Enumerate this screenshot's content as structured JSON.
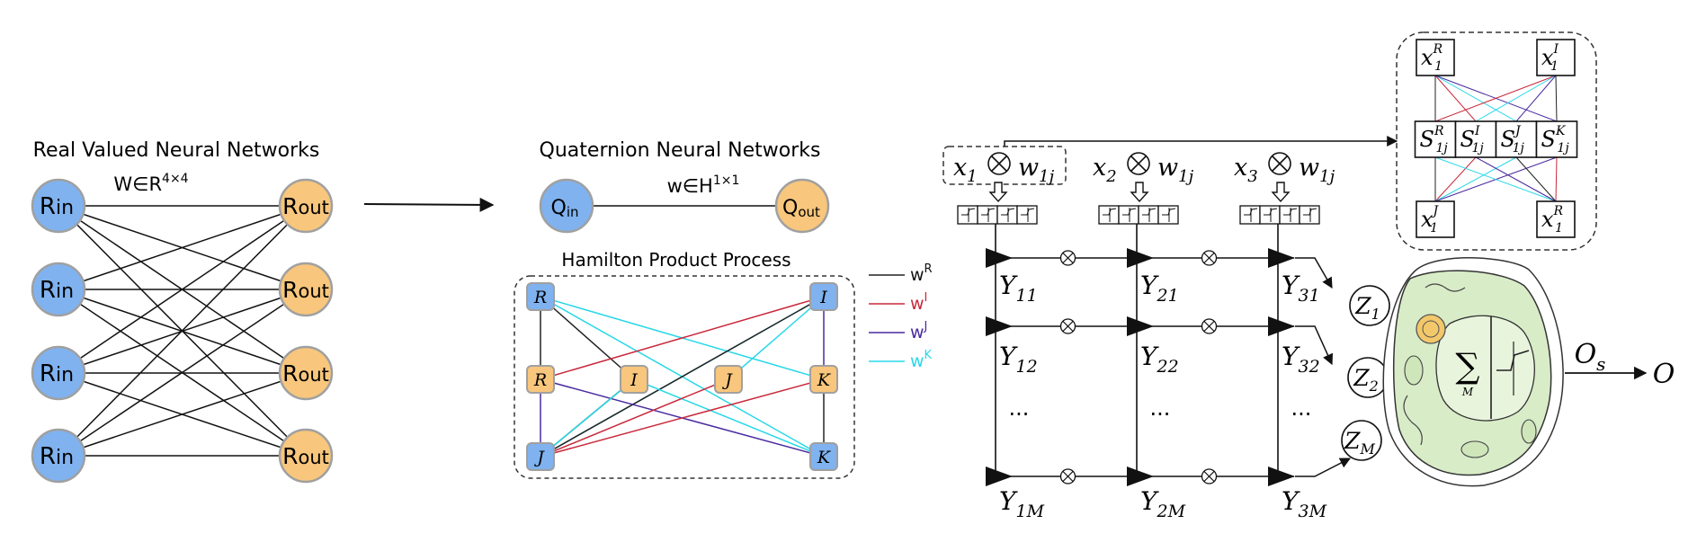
{
  "colors": {
    "blue_node": "#7fb2ef",
    "orange_node": "#f8c67c",
    "node_stroke": "#a0a0a0",
    "wR": "#222222",
    "wI": "#c8283a",
    "wJ": "#4a2aa0",
    "wK": "#28d8e8",
    "cell_fill": "#d8ecc8",
    "cell_stroke": "#333333"
  },
  "rvnn": {
    "title": "Real Valued Neural Networks",
    "weight": {
      "base": "W∈R",
      "sup": "4×4"
    },
    "in_node": {
      "main": "R",
      "sub": "in"
    },
    "out_node": {
      "main": "R",
      "sub": "out"
    }
  },
  "qnn": {
    "title": "Quaternion Neural Networks",
    "weight": {
      "base": "w∈H",
      "sup": "1×1"
    },
    "in_node": {
      "main": "Q",
      "sub": "in"
    },
    "out_node": {
      "main": "Q",
      "sub": "out"
    }
  },
  "hamilton": {
    "title": "Hamilton Product Process",
    "top": [
      "R",
      "I"
    ],
    "middle": [
      "R",
      "I",
      "J",
      "K"
    ],
    "bottom": [
      "J",
      "K"
    ],
    "legend": [
      {
        "base": "w",
        "sup": "R",
        "color_key": "wR"
      },
      {
        "base": "w",
        "sup": "I",
        "color_key": "wI"
      },
      {
        "base": "w",
        "sup": "J",
        "color_key": "wJ"
      },
      {
        "base": "w",
        "sup": "K",
        "color_key": "wK"
      }
    ]
  },
  "network": {
    "inputs": [
      {
        "x": "x",
        "xsub": "1",
        "w": "w",
        "wsub": "1j"
      },
      {
        "x": "x",
        "xsub": "2",
        "w": "w",
        "wsub": "1j"
      },
      {
        "x": "x",
        "xsub": "3",
        "w": "w",
        "wsub": "1j"
      }
    ],
    "otimes": "⊗",
    "columns": [
      {
        "y1": [
          "Y",
          "11"
        ],
        "y2": [
          "Y",
          "12"
        ],
        "yM": [
          "Y",
          "1M"
        ]
      },
      {
        "y1": [
          "Y",
          "21"
        ],
        "y2": [
          "Y",
          "22"
        ],
        "yM": [
          "Y",
          "2M"
        ]
      },
      {
        "y1": [
          "Y",
          "31"
        ],
        "y2": [
          "Y",
          "32"
        ],
        "yM": [
          "Y",
          "3M"
        ]
      }
    ],
    "ellipsis": "...",
    "z_nodes": [
      [
        "Z",
        "1"
      ],
      [
        "Z",
        "2"
      ],
      [
        "Z",
        "M"
      ]
    ],
    "sum_symbol": "∑",
    "sum_sub": "M",
    "output_label": {
      "base": "O",
      "sub": "s"
    },
    "output": "O"
  },
  "inset": {
    "top": [
      {
        "base": "x",
        "sub": "1",
        "sup": "R"
      },
      {
        "base": "x",
        "sub": "1",
        "sup": "I"
      }
    ],
    "middle": [
      {
        "base": "S",
        "sub": "1j",
        "sup": "R"
      },
      {
        "base": "S",
        "sub": "1j",
        "sup": "I"
      },
      {
        "base": "S",
        "sub": "1j",
        "sup": "J"
      },
      {
        "base": "S",
        "sub": "1j",
        "sup": "K"
      }
    ],
    "bottom": [
      {
        "base": "x",
        "sub": "1",
        "sup": "J"
      },
      {
        "base": "x",
        "sub": "1",
        "sup": "R"
      }
    ]
  }
}
